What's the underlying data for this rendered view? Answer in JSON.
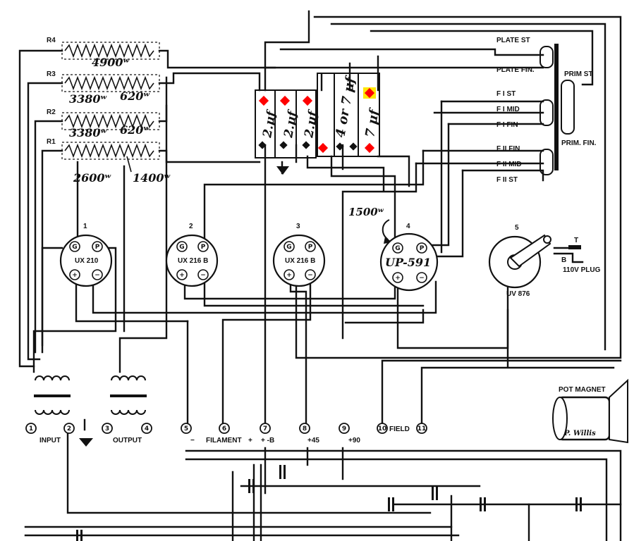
{
  "resistors": [
    {
      "id": "R4",
      "label": "R4",
      "values": [
        "4900ʷ"
      ]
    },
    {
      "id": "R3",
      "label": "R3",
      "values": [
        "3380ʷ",
        "620ʷ"
      ]
    },
    {
      "id": "R2",
      "label": "R2",
      "values": [
        "3380ʷ",
        "620ʷ"
      ]
    },
    {
      "id": "R1",
      "label": "R1",
      "values": [
        "2600ʷ",
        "1400ʷ"
      ]
    }
  ],
  "capacitors": [
    "2.μf",
    "2.μf",
    "2.μf",
    "4 or 7 μf",
    "7 μf"
  ],
  "tubes": [
    {
      "number": "1",
      "type": "UX 210"
    },
    {
      "number": "2",
      "type": "UX 216 B"
    },
    {
      "number": "3",
      "type": "UX 216 B"
    },
    {
      "number": "4",
      "type": "UP-591",
      "extra": "1500ʷ"
    },
    {
      "number": "5",
      "type": "UV 876"
    }
  ],
  "pins": {
    "g": "G",
    "p": "P",
    "plus": "+",
    "minus": "−"
  },
  "transformer": [
    "PLATE ST",
    "PLATE FIN.",
    "F I    ST",
    "F I    MID",
    "F I    FIN",
    "F II   FIN",
    "F II   MID",
    "F II   ST",
    "PRIM ST",
    "PRIM. FIN."
  ],
  "plug": {
    "t": "T",
    "b": "B",
    "label": "110V PLUG"
  },
  "pot_magnet": {
    "title": "POT MAGNET",
    "signature": "P. Willis"
  },
  "terminals": [
    "1",
    "2",
    "3",
    "4",
    "5",
    "6",
    "7",
    "8",
    "9",
    "10",
    "11"
  ],
  "terminal_labels": {
    "input": "INPUT",
    "output": "OUTPUT",
    "filament": "FILAMENT",
    "plus": "+",
    "minus": "−",
    "minus_b": "+ -B",
    "plus45": "+45",
    "plus90": "+90",
    "field": "FIELD"
  },
  "marker_colors": {
    "red": "#ff0000",
    "yellow": "#ffe600",
    "ground": "#111111"
  }
}
